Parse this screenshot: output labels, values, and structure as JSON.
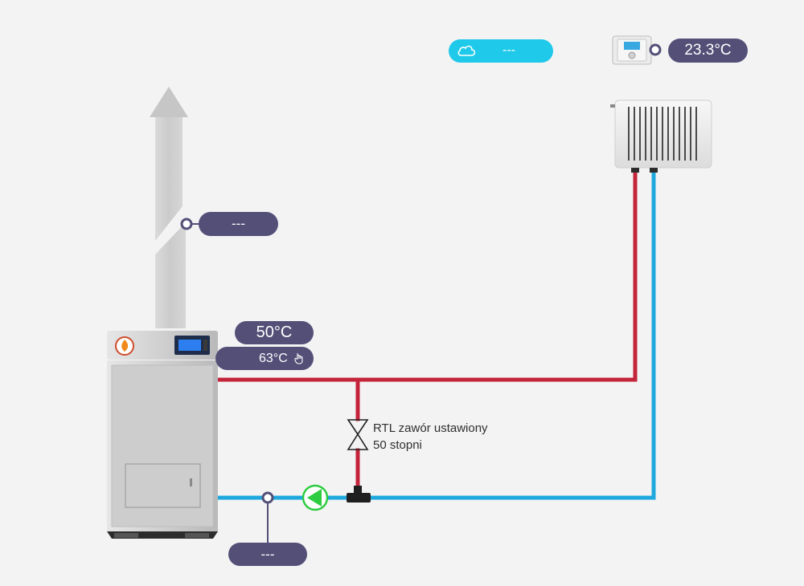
{
  "weather": {
    "icon": "cloud-icon",
    "value": "---",
    "color": "#1ec9e9"
  },
  "room": {
    "icon": "thermostat-icon",
    "temperature": "23.3°C"
  },
  "chimney": {
    "sensor_value": "---"
  },
  "boiler": {
    "icon": "flame-icon",
    "temperature": "50°C",
    "setpoint": "63°C",
    "setpoint_icon": "hand-pointer-icon"
  },
  "return_sensor": {
    "value": "---"
  },
  "valve": {
    "label_line1": "RTL zawór ustawiony",
    "label_line2": "50 stopni"
  },
  "pump": {
    "icon": "pump-icon",
    "color": "#2ecc40"
  },
  "pipes": {
    "supply_color": "#c4243a",
    "return_color": "#1fa8de"
  },
  "badge_color": "#534f77"
}
